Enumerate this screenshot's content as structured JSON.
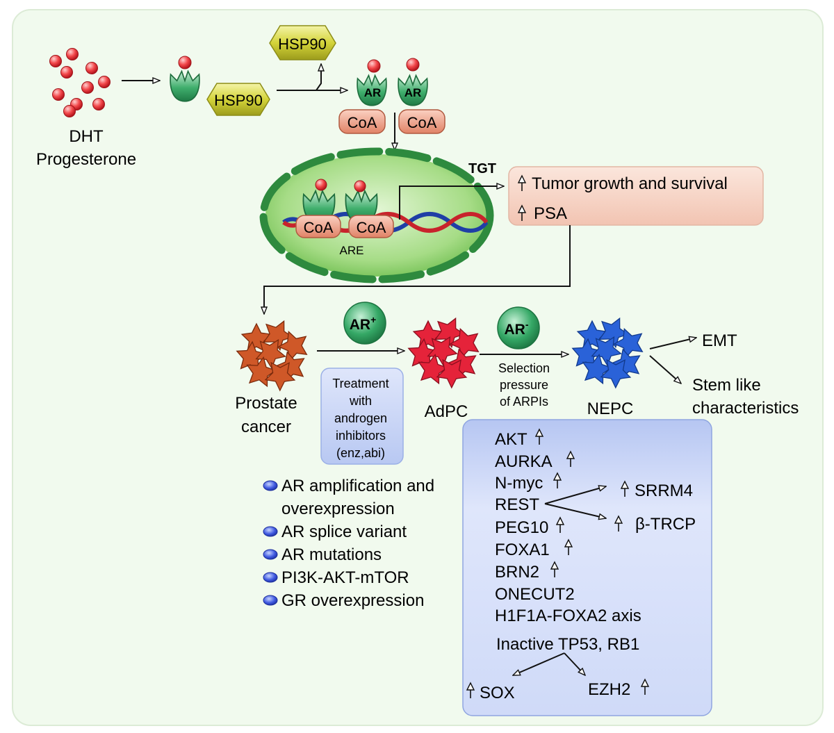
{
  "ligands": {
    "line1": "DHT",
    "line2": "Progesterone"
  },
  "chaperone": {
    "label": "HSP90"
  },
  "receptor": {
    "label": "AR"
  },
  "coactivator": {
    "label": "CoA"
  },
  "nucleus": {
    "element_label": "ARE"
  },
  "tgt": {
    "label": "TGT"
  },
  "outcomes": [
    "Tumor growth and survival",
    "PSA"
  ],
  "stages": {
    "prostate_cancer": {
      "line1": "Prostate",
      "line2": "cancer"
    },
    "adpc": "AdPC",
    "nepc": "NEPC",
    "ar_pos": {
      "base": "AR",
      "sup": "+"
    },
    "ar_neg": {
      "base": "AR",
      "sup": "-"
    }
  },
  "treatment": [
    "Treatment",
    "with",
    "androgen",
    "inhibitors",
    "(enz,abi)"
  ],
  "selection": [
    "Selection",
    "pressure",
    "of ARPIs"
  ],
  "nepc_effects": {
    "emt": "EMT",
    "stem_line1": "Stem like",
    "stem_line2": "characteristics"
  },
  "resistance_list": [
    [
      "AR amplification and",
      "overexpression"
    ],
    [
      "AR splice variant"
    ],
    [
      "AR mutations"
    ],
    [
      "PI3K-AKT-mTOR"
    ],
    [
      "GR overexpression"
    ]
  ],
  "nepc_factors": {
    "akt": "AKT",
    "aurka": "AURKA",
    "nmyc": "N-myc",
    "rest": "REST",
    "peg10": "PEG10",
    "foxa1": "FOXA1",
    "brn2": "BRN2",
    "onecut2": "ONECUT2",
    "hif1a": "H1F1A-FOXA2 axis",
    "inactive": "Inactive TP53, RB1",
    "srrm4": "SRRM4",
    "btrcp": "β-TRCP",
    "sox": "SOX",
    "ezh2": "EZH2"
  },
  "colors": {
    "panel_bg": "#f1faee",
    "ligand_red": "#ee2f36",
    "receptor_green": "#2f9a5c",
    "hsp90_yellow": "#d8d848",
    "coa_salmon": "#e8937a",
    "nucleus_green": "#a8dc8c",
    "outcome_box": "#f6d6c8",
    "pc_orange": "#cf5828",
    "adpc_red": "#e5233a",
    "nepc_blue": "#2a62d8",
    "list_box": "#c3cff4"
  }
}
